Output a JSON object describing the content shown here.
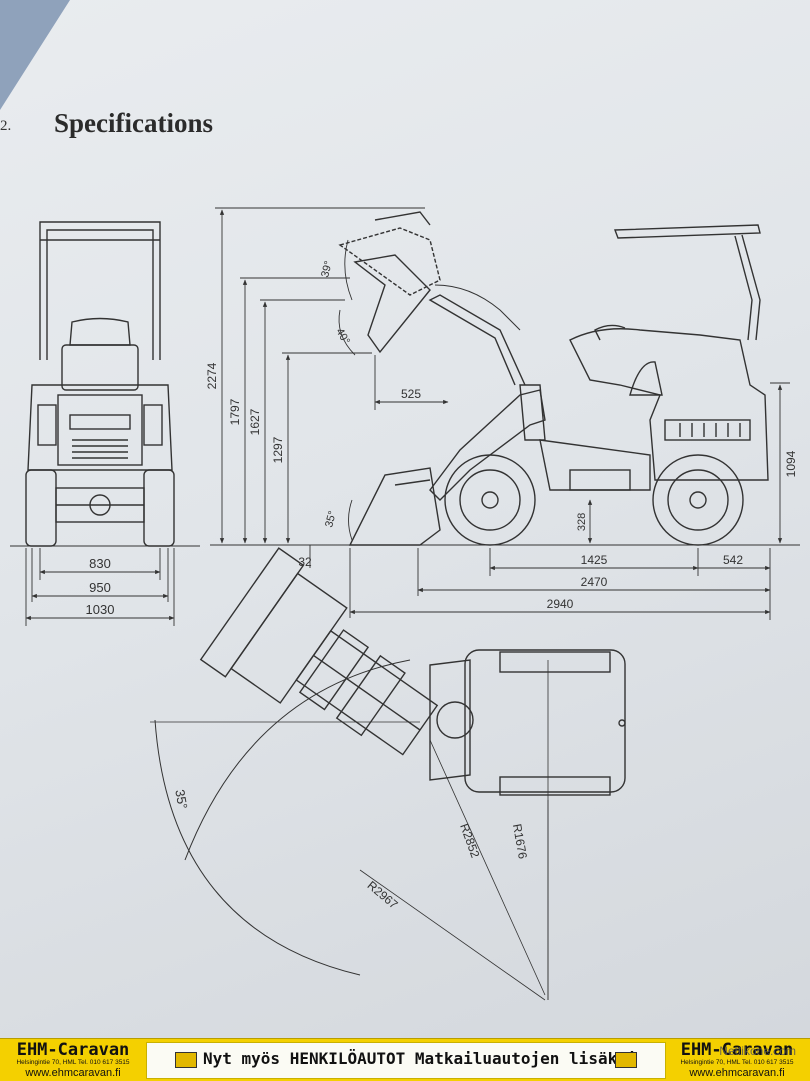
{
  "page": {
    "section_number": "2.",
    "title": "Specifications"
  },
  "front_view": {
    "dims": {
      "track_inner": "830",
      "track_outer": "950",
      "overall_width": "1030"
    }
  },
  "side_view": {
    "dims": {
      "max_pin_height": "2274",
      "height_1797": "1797",
      "dump_height": "1627",
      "height_1297": "1297",
      "dump_reach": "525",
      "rollback_angle": "39°",
      "dump_angle": "40°",
      "ground_angle": "35°",
      "dig_depth": "32",
      "ground_clearance": "328",
      "cab_height": "1094",
      "wheelbase": "1425",
      "rear_overhang": "542",
      "length_no_bucket": "2470",
      "overall_length": "2940"
    }
  },
  "top_view": {
    "dims": {
      "articulation_angle": "35°",
      "inner_radius": "R1676",
      "mid_radius": "R2852",
      "outer_radius": "R2967"
    }
  },
  "banner": {
    "brand": "EHM-Caravan",
    "address": "Helsingintie 70, HML Tel. 010 617 3515",
    "url": "www.ehmcaravan.fi",
    "slogan": "Nyt myös HENKILÖAUTOT Matkailuautojen lisäksi",
    "watermark": "Nettikone.com"
  },
  "colors": {
    "banner": "#f4d000",
    "paper": "#e6e9ec",
    "ink": "#333333"
  }
}
